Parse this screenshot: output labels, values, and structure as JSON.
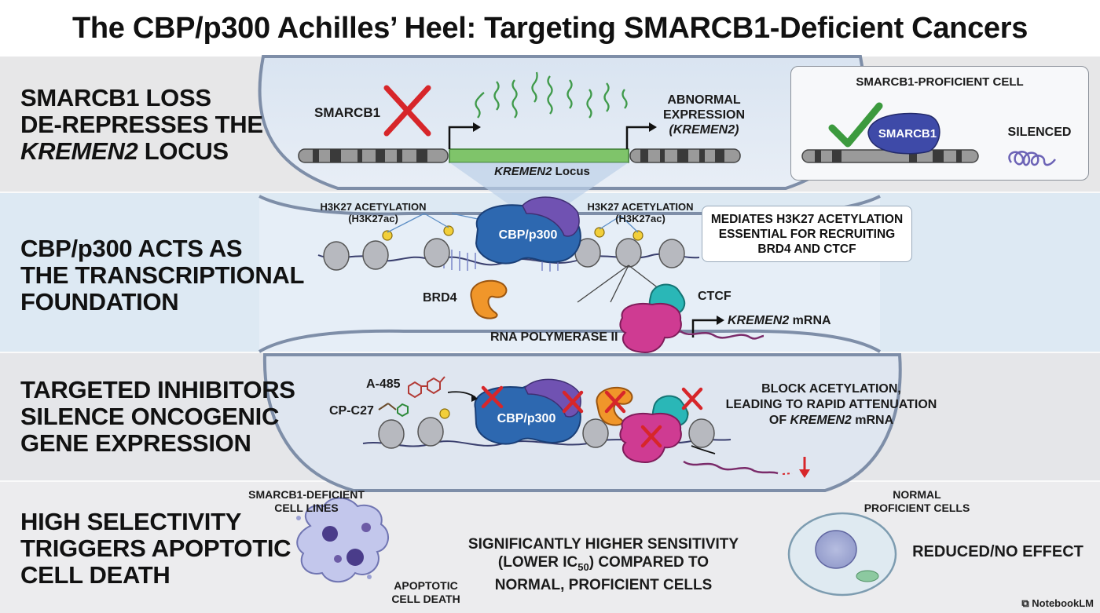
{
  "title": "The CBP/p300 Achilles’ Heel: Targeting SMARCB1-Deficient Cancers",
  "sections": [
    {
      "line1": "SMARCB1 LOSS",
      "line2": "DE-REPRESSES THE",
      "line3_italic": "KREMEN2",
      "line3_rest": " LOCUS"
    },
    {
      "line1": "CBP/p300 ACTS AS",
      "line2": "THE TRANSCRIPTIONAL",
      "line3": "FOUNDATION"
    },
    {
      "line1": "TARGETED INHIBITORS",
      "line2": "SILENCE ONCOGENIC",
      "line3": "GENE EXPRESSION"
    },
    {
      "line1": "HIGH SELECTIVITY",
      "line2": "TRIGGERS APOPTOTIC",
      "line3": "CELL DEATH"
    }
  ],
  "panel1": {
    "smarcb1_label": "SMARCB1",
    "locus_label_italic": "KREMEN2",
    "locus_label_rest": " Locus",
    "abnormal_line1": "ABNORMAL",
    "abnormal_line2": "EXPRESSION",
    "abnormal_line3": "(KREMEN2)",
    "inset_title": "SMARCB1-PROFICIENT CELL",
    "inset_protein": "SMARCB1",
    "inset_silenced": "SILENCED"
  },
  "panel2": {
    "h3k27_left_line1": "H3K27 ACETYLATION",
    "h3k27_left_line2": "(H3K27ac)",
    "h3k27_right_line1": "H3K27 ACETYLATION",
    "h3k27_right_line2": "(H3K27ac)",
    "cbp_label": "CBP/p300",
    "callout_line1": "MEDIATES H3K27 ACETYLATION",
    "callout_line2": "ESSENTIAL FOR RECRUITING",
    "callout_line3": "BRD4 AND CTCF",
    "brd4": "BRD4",
    "ctcf": "CTCF",
    "polymerase": "RNA POLYMERASE II",
    "mrna_italic": "KREMEN2",
    "mrna_rest": " mRNA"
  },
  "panel3": {
    "drug1": "A-485",
    "drug2": "CP-C27",
    "cbp_label": "CBP/p300",
    "block_line1": "BLOCK ACETYLATION,",
    "block_line2": "LEADING TO RAPID ATTENUATION",
    "block_line3_prefix": "OF ",
    "block_line3_italic": "KREMEN2",
    "block_line3_rest": " mRNA"
  },
  "panel4": {
    "deficient_line1": "SMARCB1-DEFICIENT",
    "deficient_line2": "CELL LINES",
    "apoptotic_line1": "APOPTOTIC",
    "apoptotic_line2": "CELL DEATH",
    "sens_line1": "SIGNIFICANTLY HIGHER SENSITIVITY",
    "sens_line2_prefix": "(LOWER IC",
    "sens_line2_sub": "50",
    "sens_line2_rest": ") COMPARED TO",
    "sens_line3": "NORMAL, PROFICIENT CELLS",
    "normal_line1": "NORMAL",
    "normal_line2": "PROFICIENT CELLS",
    "reduced": "REDUCED/NO EFFECT"
  },
  "footer": "NotebookLM"
}
